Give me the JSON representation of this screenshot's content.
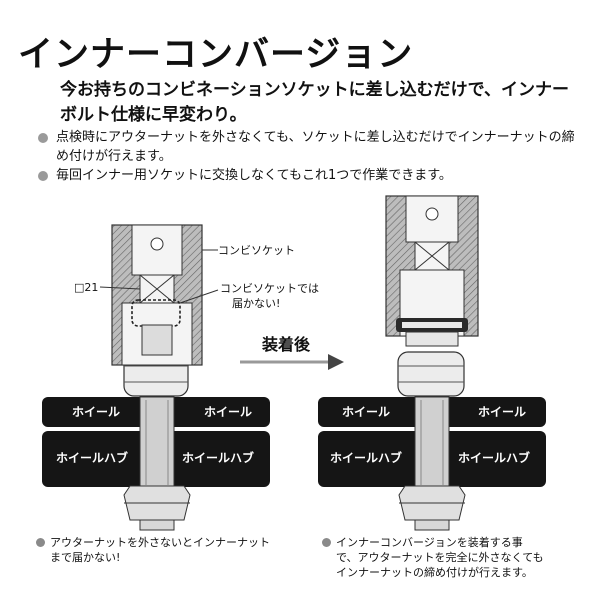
{
  "title": "インナーコンバージョン",
  "lead": "今お持ちのコンビネーションソケットに差し込むだけで、インナーボルト仕様に早変わり。",
  "bullets": [
    "点検時にアウターナットを外さなくても、ソケットに差し込むだけでインナーナットの締め付けが行えます。",
    "毎回インナー用ソケットに交換しなくてもこれ1つで作業できます。"
  ],
  "diagram": {
    "label_socket": "コンビソケット",
    "label_size": "□21",
    "label_reach_1": "コンビソケットでは",
    "label_reach_2": "届かない!",
    "arrow_label": "装着後",
    "wheel_label": "ホイール",
    "hub_label": "ホイールハブ"
  },
  "captions": {
    "left_1": "アウターナットを外さないとインナーナット",
    "left_2": "まで届かない!",
    "right_1": "インナーコンバージョンを装着する事",
    "right_2": "で、アウターナットを完全に外さなくても",
    "right_3": "インナーナットの締め付けが行えます。"
  }
}
